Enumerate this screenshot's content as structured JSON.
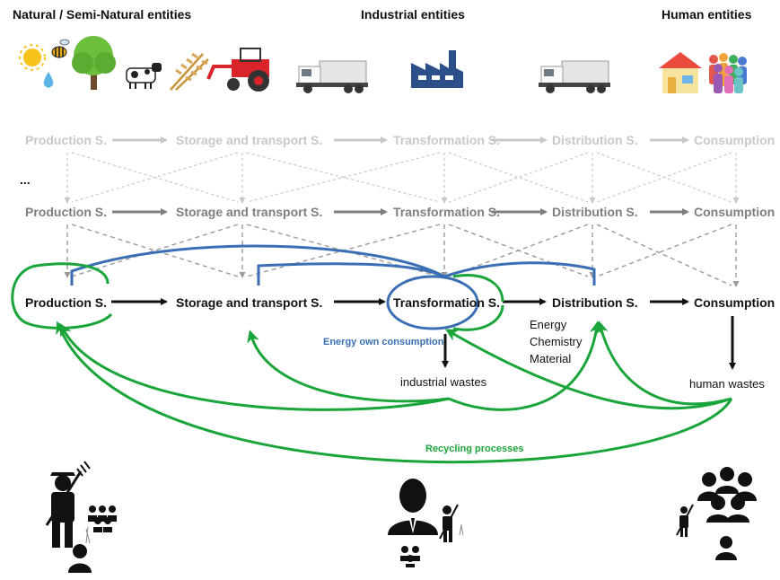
{
  "headers": {
    "natural": "Natural / Semi-Natural entities",
    "industrial": "Industrial  entities",
    "human": "Human entities"
  },
  "ellipsis": "...",
  "rows": {
    "top": [
      "Production S.",
      "Storage and transport S.",
      "Transformation S.",
      "Distribution S.",
      "Consumption"
    ],
    "middle": [
      "Production S.",
      "Storage and transport S.",
      "Transformation S.",
      "Distribution S.",
      "Consumption"
    ],
    "bottom": [
      "Production S.",
      "Storage and transport S.",
      "Transformation S.",
      "Distribution S.",
      "Consumption"
    ]
  },
  "labels": {
    "energy_own": "Energy own consumption",
    "industrial_wastes": "industrial wastes",
    "human_wastes": "human wastes",
    "outputs": [
      "Energy",
      "Chemistry",
      "Material"
    ],
    "recycling": "Recycling processes"
  },
  "icons": {
    "natural": [
      "sun-icon",
      "bee-icon",
      "water-drop-icon",
      "tree-icon",
      "cow-icon",
      "wheat-icon",
      "tractor-icon"
    ],
    "industrial": [
      "truck-icon",
      "factory-icon",
      "truck-icon"
    ],
    "human": [
      "house-icon",
      "people-icon"
    ],
    "actors": [
      "farmer-icon",
      "manager-icon",
      "crowd-icon"
    ]
  },
  "colors": {
    "green": "#1aa53a",
    "blue": "#3a6fb5",
    "black": "#111111",
    "mid_grey": "#7f7f7f",
    "light_grey": "#c8c8c8",
    "dash_grey": "#9a9a9a"
  }
}
